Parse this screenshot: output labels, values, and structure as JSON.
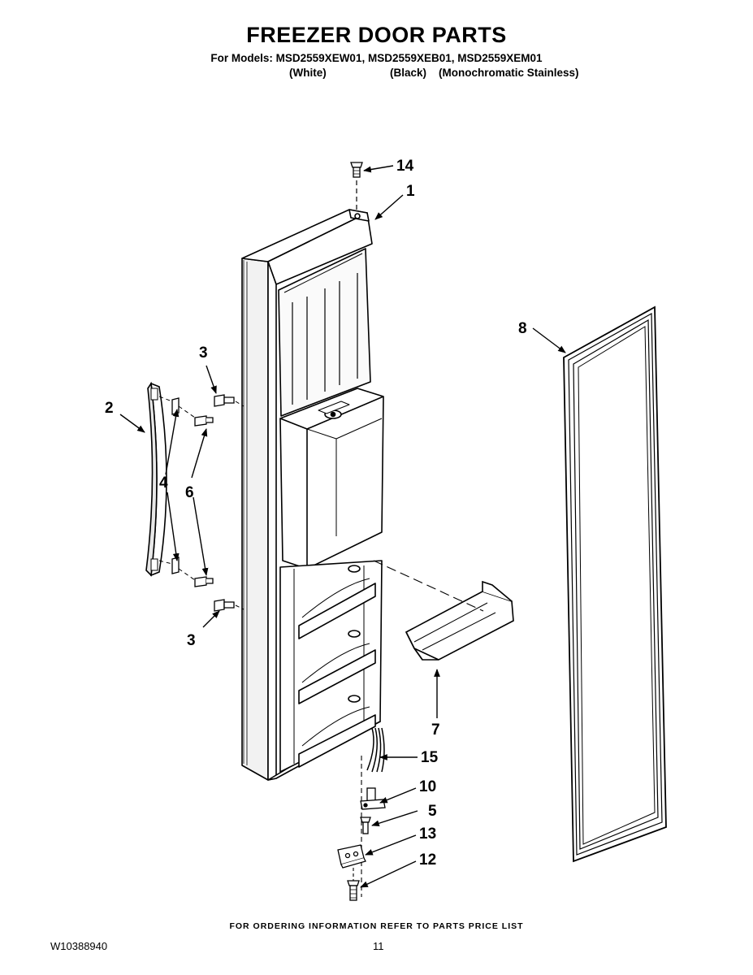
{
  "header": {
    "title": "FREEZER DOOR PARTS",
    "models_line": "For Models: MSD2559XEW01, MSD2559XEB01, MSD2559XEM01",
    "variants": [
      "(White)",
      "(Black)",
      "(Monochromatic Stainless)"
    ]
  },
  "callouts": {
    "c14": "14",
    "c1": "1",
    "c8": "8",
    "c3_top": "3",
    "c2": "2",
    "c4": "4",
    "c6": "6",
    "c3_bottom": "3",
    "c7": "7",
    "c15": "15",
    "c10": "10",
    "c5": "5",
    "c13": "13",
    "c12": "12"
  },
  "footer": {
    "ordering_note": "FOR ORDERING INFORMATION REFER TO PARTS PRICE LIST",
    "doc_code": "W10388940",
    "page_number": "11"
  }
}
